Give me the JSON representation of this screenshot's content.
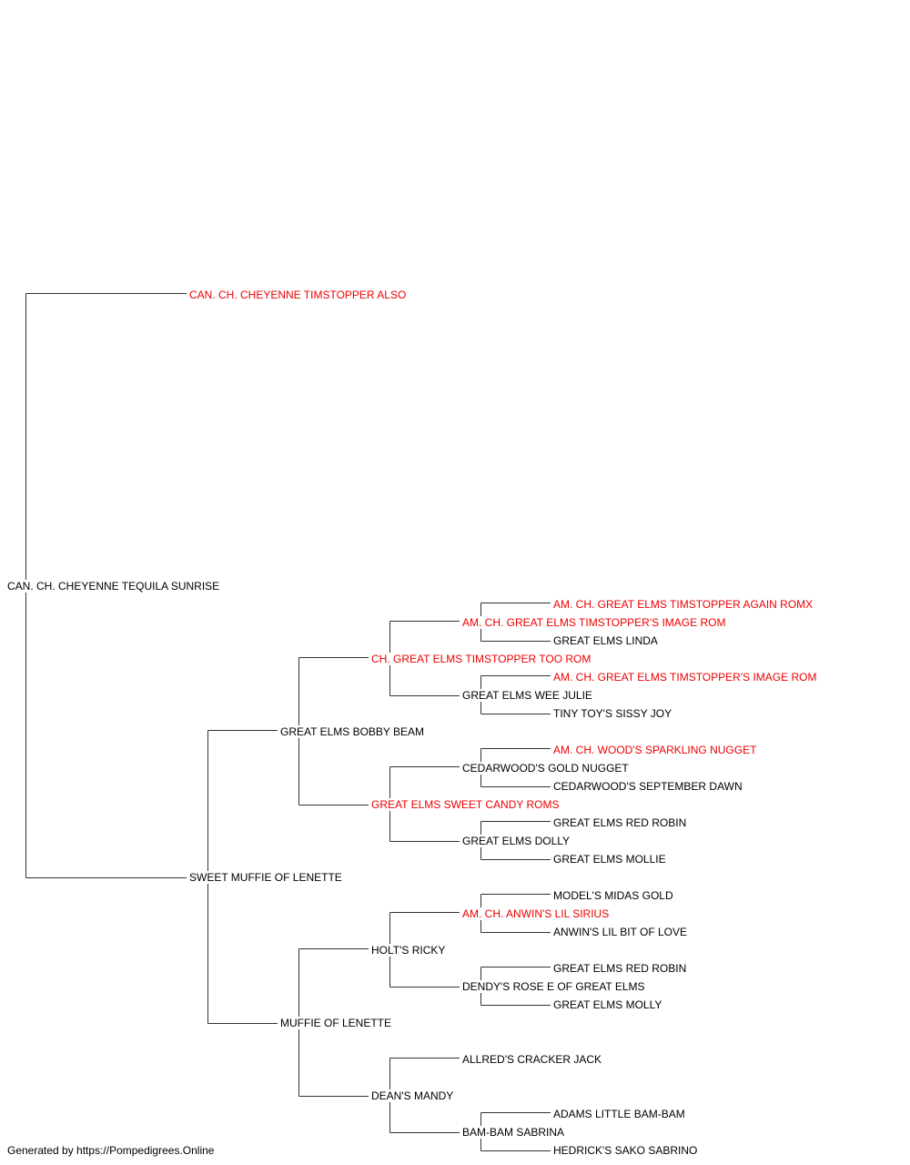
{
  "colors": {
    "champion": "#ee0000",
    "normal": "#000000",
    "line": "#333333"
  },
  "pedigree": {
    "subject": {
      "name": "CAN. CH. CHEYENNE TEQUILA SUNRISE",
      "champion": false
    },
    "sire": {
      "name": "CAN. CH. CHEYENNE TIMSTOPPER ALSO",
      "champion": true
    },
    "dam": {
      "name": "SWEET MUFFIE OF LENETTE",
      "champion": false
    },
    "dam_sire": {
      "name": "GREAT ELMS BOBBY BEAM",
      "champion": false
    },
    "dam_sire_sire": {
      "name": "CH. GREAT ELMS TIMSTOPPER TOO ROM",
      "champion": true
    },
    "dam_sire_sire_sire": {
      "name": "AM. CH. GREAT ELMS TIMSTOPPER'S IMAGE ROM",
      "champion": true
    },
    "dam_sire_sire_sire_sire": {
      "name": "AM. CH. GREAT ELMS TIMSTOPPER AGAIN ROMX",
      "champion": true
    },
    "dam_sire_sire_sire_dam": {
      "name": "GREAT ELMS LINDA",
      "champion": false
    },
    "dam_sire_sire_dam": {
      "name": "GREAT ELMS WEE JULIE",
      "champion": false
    },
    "dam_sire_sire_dam_sire": {
      "name": "AM. CH. GREAT ELMS TIMSTOPPER'S IMAGE ROM",
      "champion": true
    },
    "dam_sire_sire_dam_dam": {
      "name": "TINY TOY'S SISSY JOY",
      "champion": false
    },
    "dam_sire_dam": {
      "name": "GREAT ELMS SWEET CANDY ROMS",
      "champion": true
    },
    "dam_sire_dam_sire": {
      "name": "CEDARWOOD'S GOLD NUGGET",
      "champion": false
    },
    "dam_sire_dam_sire_sire": {
      "name": "AM. CH. WOOD'S SPARKLING NUGGET",
      "champion": true
    },
    "dam_sire_dam_sire_dam": {
      "name": "CEDARWOOD'S SEPTEMBER DAWN",
      "champion": false
    },
    "dam_sire_dam_dam": {
      "name": "GREAT ELMS DOLLY",
      "champion": false
    },
    "dam_sire_dam_dam_sire": {
      "name": "GREAT ELMS RED ROBIN",
      "champion": false
    },
    "dam_sire_dam_dam_dam": {
      "name": "GREAT ELMS MOLLIE",
      "champion": false
    },
    "dam_dam": {
      "name": "MUFFIE OF LENETTE",
      "champion": false
    },
    "dam_dam_sire": {
      "name": "HOLT'S RICKY",
      "champion": false
    },
    "dam_dam_sire_sire": {
      "name": "AM. CH. ANWIN'S LIL SIRIUS",
      "champion": true
    },
    "dam_dam_sire_sire_sire": {
      "name": "MODEL'S MIDAS GOLD",
      "champion": false
    },
    "dam_dam_sire_sire_dam": {
      "name": "ANWIN'S LIL BIT OF LOVE",
      "champion": false
    },
    "dam_dam_sire_dam": {
      "name": "DENDY'S ROSE E OF GREAT ELMS",
      "champion": false
    },
    "dam_dam_sire_dam_sire": {
      "name": "GREAT ELMS RED ROBIN",
      "champion": false
    },
    "dam_dam_sire_dam_dam": {
      "name": "GREAT ELMS MOLLY",
      "champion": false
    },
    "dam_dam_dam": {
      "name": "DEAN'S MANDY",
      "champion": false
    },
    "dam_dam_dam_sire": {
      "name": "ALLRED'S CRACKER JACK",
      "champion": false
    },
    "dam_dam_dam_dam": {
      "name": "BAM-BAM SABRINA",
      "champion": false
    },
    "dam_dam_dam_dam_sire": {
      "name": "ADAMS LITTLE BAM-BAM",
      "champion": false
    },
    "dam_dam_dam_dam_dam": {
      "name": "HEDRICK'S SAKO SABRINO",
      "champion": false
    }
  },
  "footer": {
    "text": "Generated by https://Pompedigrees.Online"
  }
}
